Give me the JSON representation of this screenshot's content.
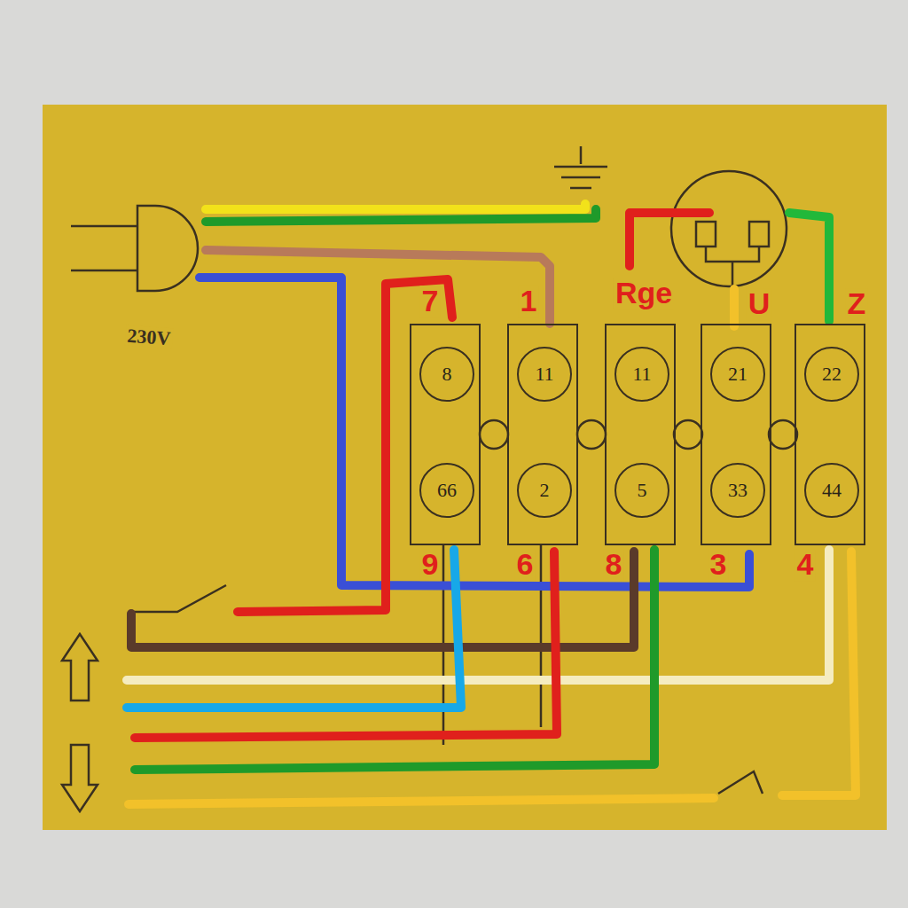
{
  "diagram": {
    "nodes": [
      {
        "text": [
          "8",
          "66"
        ]
      },
      {
        "text": [
          "11",
          "2"
        ]
      },
      {
        "text": [
          "11",
          "5"
        ]
      },
      {
        "text": [
          "21",
          "33"
        ]
      },
      {
        "text": [
          "22",
          "44"
        ]
      }
    ],
    "labels": [
      "7",
      "1",
      "Rge",
      "U",
      "Z",
      "9",
      "6",
      "8",
      "3",
      "4",
      "230V"
    ]
  }
}
